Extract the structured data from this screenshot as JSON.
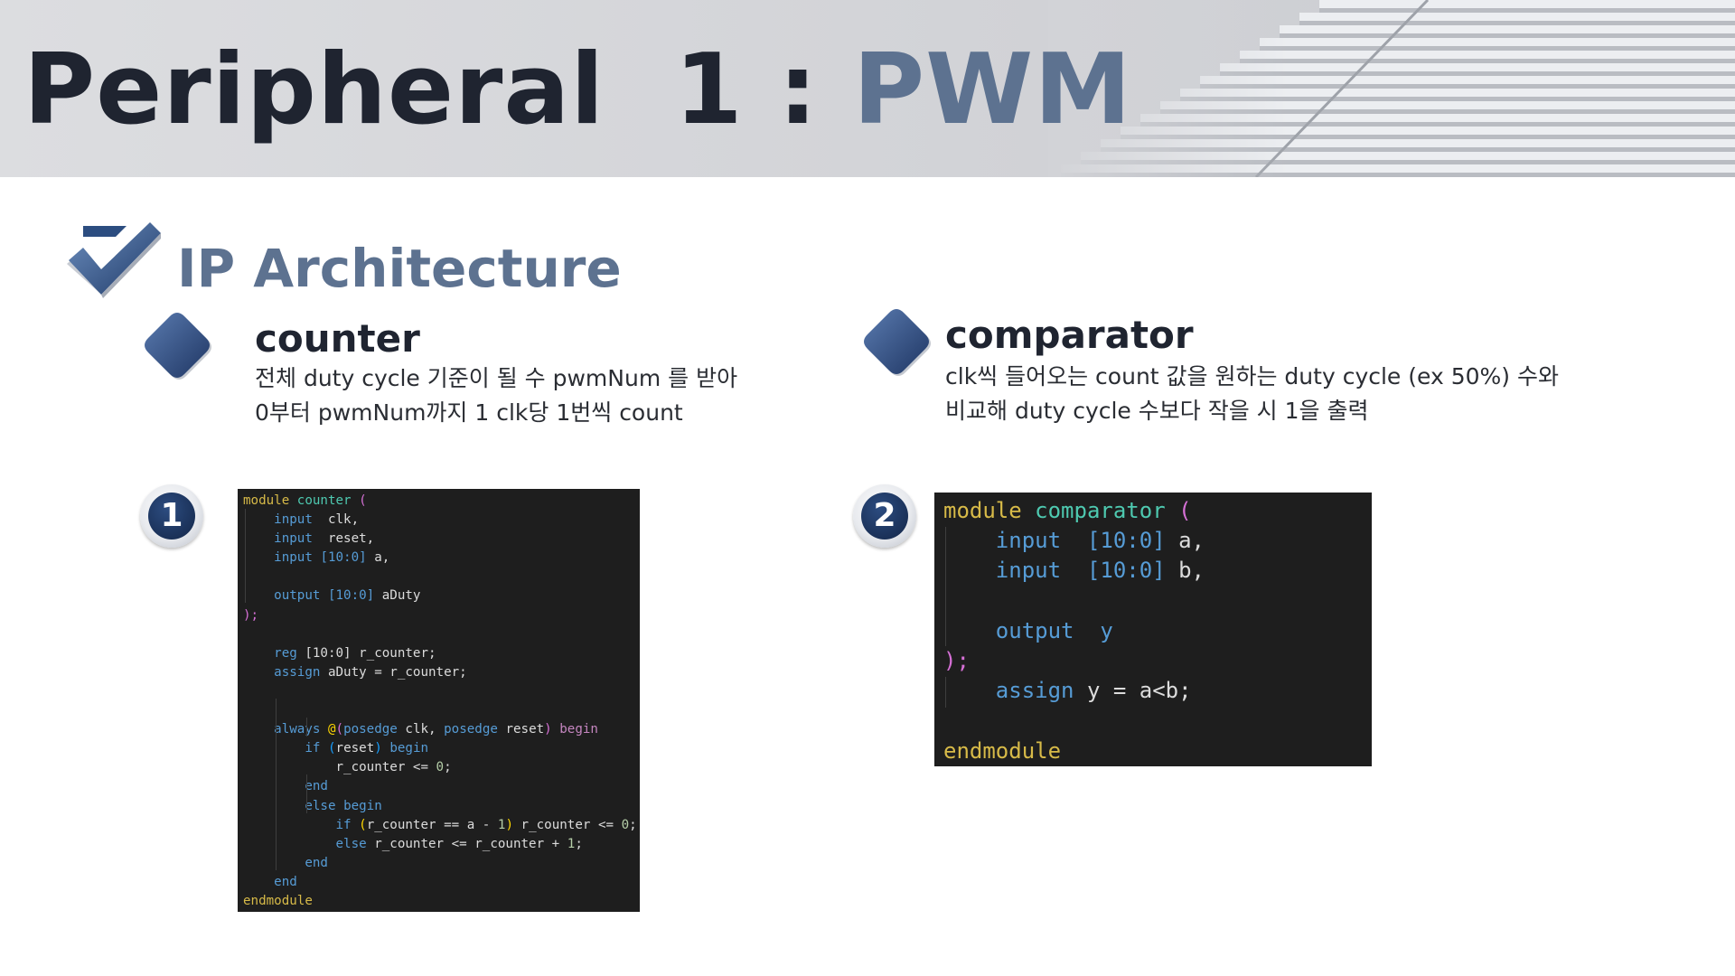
{
  "header": {
    "title_main": "Peripheral  1 : ",
    "title_accent": "PWM"
  },
  "section": {
    "title": "IP Architecture",
    "icon": "checkmark-icon"
  },
  "items": [
    {
      "title": "counter",
      "desc_line1": "전체 duty cycle 기준이 될 수 pwmNum 를 받아",
      "desc_line2": "0부터 pwmNum까지 1 clk당 1번씩 count",
      "badge": "1"
    },
    {
      "title": "comparator",
      "desc_line1": "clk씩 들어오는  count 값을 원하는 duty cycle (ex 50%) 수와",
      "desc_line2": "비교해 duty cycle 수보다 작을 시 1을 출력",
      "badge": "2"
    }
  ],
  "code_counter": [
    [
      [
        "module",
        "kw"
      ],
      [
        " ",
        "op"
      ],
      [
        "counter",
        "nm"
      ],
      [
        " ",
        "op"
      ],
      [
        "(",
        "pb"
      ]
    ],
    [
      [
        "    ",
        "op"
      ],
      [
        "input",
        "io"
      ],
      [
        "  clk,",
        "id"
      ]
    ],
    [
      [
        "    ",
        "op"
      ],
      [
        "input",
        "io"
      ],
      [
        "  reset,",
        "id"
      ]
    ],
    [
      [
        "    ",
        "op"
      ],
      [
        "input",
        "io"
      ],
      [
        " ",
        "op"
      ],
      [
        "[10:0]",
        "io"
      ],
      [
        " a,",
        "id"
      ]
    ],
    [
      [
        "",
        "op"
      ]
    ],
    [
      [
        "    ",
        "op"
      ],
      [
        "output",
        "io"
      ],
      [
        " ",
        "op"
      ],
      [
        "[10:0]",
        "io"
      ],
      [
        " aDuty",
        "id"
      ]
    ],
    [
      [
        ");",
        "pb"
      ]
    ],
    [
      [
        "",
        "op"
      ]
    ],
    [
      [
        "    ",
        "op"
      ],
      [
        "reg",
        "io"
      ],
      [
        " [10:0] r_counter;",
        "id"
      ]
    ],
    [
      [
        "    ",
        "op"
      ],
      [
        "assign",
        "io"
      ],
      [
        " aDuty = r_counter;",
        "id"
      ]
    ],
    [
      [
        "",
        "op"
      ]
    ],
    [
      [
        "",
        "op"
      ]
    ],
    [
      [
        "    ",
        "op"
      ],
      [
        "always",
        "io"
      ],
      [
        " ",
        "op"
      ],
      [
        "@",
        "pg"
      ],
      [
        "(",
        "pb"
      ],
      [
        "posedge",
        "io"
      ],
      [
        " clk, ",
        "id"
      ],
      [
        "posedge",
        "io"
      ],
      [
        " reset",
        "id"
      ],
      [
        ")",
        "pb"
      ],
      [
        " ",
        "op"
      ],
      [
        "begin",
        "ctrl"
      ]
    ],
    [
      [
        "        ",
        "op"
      ],
      [
        "if",
        "io"
      ],
      [
        " ",
        "op"
      ],
      [
        "(",
        "pb2"
      ],
      [
        "reset",
        "id"
      ],
      [
        ")",
        "pb2"
      ],
      [
        " ",
        "op"
      ],
      [
        "begin",
        "io"
      ]
    ],
    [
      [
        "            r_counter <= ",
        "id"
      ],
      [
        "0",
        "nu"
      ],
      [
        ";",
        "id"
      ]
    ],
    [
      [
        "        ",
        "op"
      ],
      [
        "end",
        "io"
      ]
    ],
    [
      [
        "        ",
        "op"
      ],
      [
        "else",
        "io"
      ],
      [
        " ",
        "op"
      ],
      [
        "begin",
        "io"
      ]
    ],
    [
      [
        "            ",
        "op"
      ],
      [
        "if",
        "io"
      ],
      [
        " ",
        "op"
      ],
      [
        "(",
        "pg"
      ],
      [
        "r_counter == a - ",
        "id"
      ],
      [
        "1",
        "nu"
      ],
      [
        ")",
        "pg"
      ],
      [
        " r_counter <= ",
        "id"
      ],
      [
        "0",
        "nu"
      ],
      [
        ";",
        "id"
      ]
    ],
    [
      [
        "            ",
        "op"
      ],
      [
        "else",
        "io"
      ],
      [
        " r_counter <= r_counter + ",
        "id"
      ],
      [
        "1",
        "nu"
      ],
      [
        ";",
        "id"
      ]
    ],
    [
      [
        "        ",
        "op"
      ],
      [
        "end",
        "io"
      ]
    ],
    [
      [
        "    ",
        "op"
      ],
      [
        "end",
        "io"
      ]
    ],
    [
      [
        "endmodule",
        "kw"
      ]
    ]
  ],
  "code_comparator": [
    [
      [
        "module",
        "kw"
      ],
      [
        " ",
        "op"
      ],
      [
        "comparator",
        "nm"
      ],
      [
        " ",
        "op"
      ],
      [
        "(",
        "pb"
      ]
    ],
    [
      [
        "    ",
        "op"
      ],
      [
        "input",
        "io"
      ],
      [
        "  ",
        "op"
      ],
      [
        "[10:0]",
        "io"
      ],
      [
        " a,",
        "id"
      ]
    ],
    [
      [
        "    ",
        "op"
      ],
      [
        "input",
        "io"
      ],
      [
        "  ",
        "op"
      ],
      [
        "[10:0]",
        "io"
      ],
      [
        " b,",
        "id"
      ]
    ],
    [
      [
        "",
        "op"
      ]
    ],
    [
      [
        "    ",
        "op"
      ],
      [
        "output",
        "io"
      ],
      [
        "  ",
        "op"
      ],
      [
        "y",
        "io"
      ]
    ],
    [
      [
        ");",
        "pb"
      ]
    ],
    [
      [
        "    ",
        "op"
      ],
      [
        "assign",
        "io"
      ],
      [
        " y = a<b;",
        "id"
      ]
    ],
    [
      [
        "",
        "op"
      ]
    ],
    [
      [
        "endmodule",
        "kw"
      ]
    ]
  ],
  "colors": {
    "title_dark": "#1f2430",
    "accent": "#5d7290",
    "badge_blue": "#1d355e",
    "code_bg": "#1e1e1e"
  }
}
